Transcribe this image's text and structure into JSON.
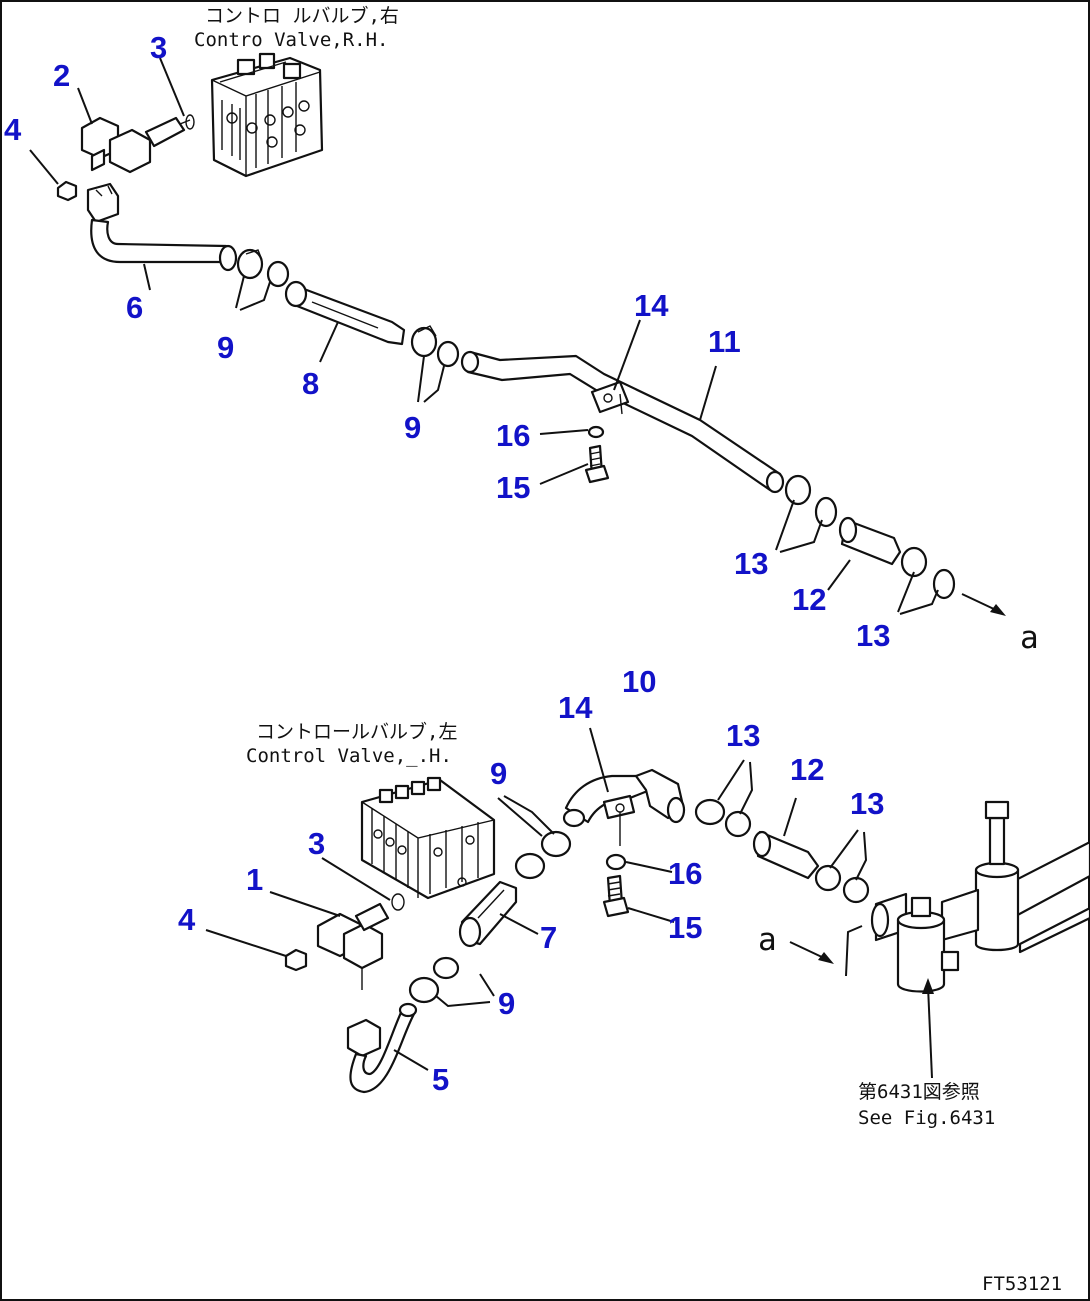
{
  "diagram": {
    "labels": {
      "valve_rh_jp": "コントロ ルバルブ,右",
      "valve_rh_en": "Contro  Valve,R.H.",
      "valve_lh_jp": "コントロールバルブ,左",
      "valve_lh_en": "Control Valve,_.H.",
      "see_fig_jp": "第6431図参照",
      "see_fig_en": "See Fig.6431",
      "ref_a1": "a",
      "ref_a2": "a",
      "drawing_code": "FT53121"
    },
    "parts": {
      "top": [
        "2",
        "3",
        "4",
        "6",
        "9",
        "8",
        "9",
        "14",
        "11",
        "16",
        "15",
        "13",
        "12",
        "13"
      ],
      "bottom": [
        "10",
        "14",
        "9",
        "13",
        "12",
        "13",
        "3",
        "1",
        "4",
        "16",
        "15",
        "7",
        "9",
        "5"
      ]
    }
  }
}
